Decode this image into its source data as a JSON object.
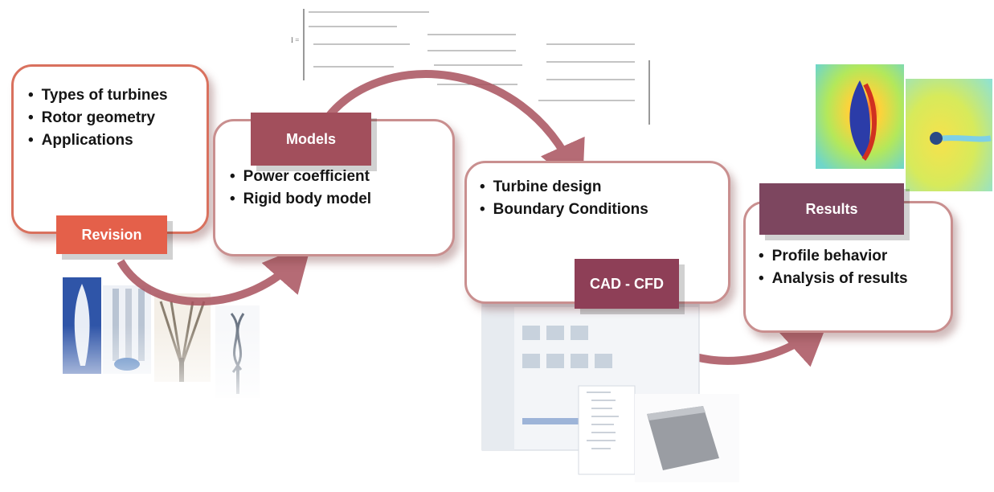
{
  "stages": [
    {
      "id": "revision",
      "tag": "Revision",
      "items": [
        "Types of turbines",
        "Rotor geometry",
        "Applications"
      ]
    },
    {
      "id": "models",
      "tag": "Models",
      "items": [
        "Power coefficient",
        "Rigid body model"
      ]
    },
    {
      "id": "cad-cfd",
      "tag": "CAD - CFD",
      "items": [
        "Turbine design",
        "Boundary Conditions"
      ]
    },
    {
      "id": "results",
      "tag": "Results",
      "items": [
        "Profile behavior",
        "Analysis of results"
      ]
    }
  ],
  "colors": {
    "revision_tag": "#e4604a",
    "models_tag": "#a24f5c",
    "cad_tag": "#8e3f57",
    "results_tag": "#7d465f",
    "card_border_red": "#d9715e",
    "card_border_rose": "#c98f8f",
    "arrow": "#a9525e"
  },
  "icons": [
    "turbine-photos-image",
    "inertia-tensor-formula-image",
    "cfd-flow-field-image",
    "cad-software-screenshot-image"
  ]
}
